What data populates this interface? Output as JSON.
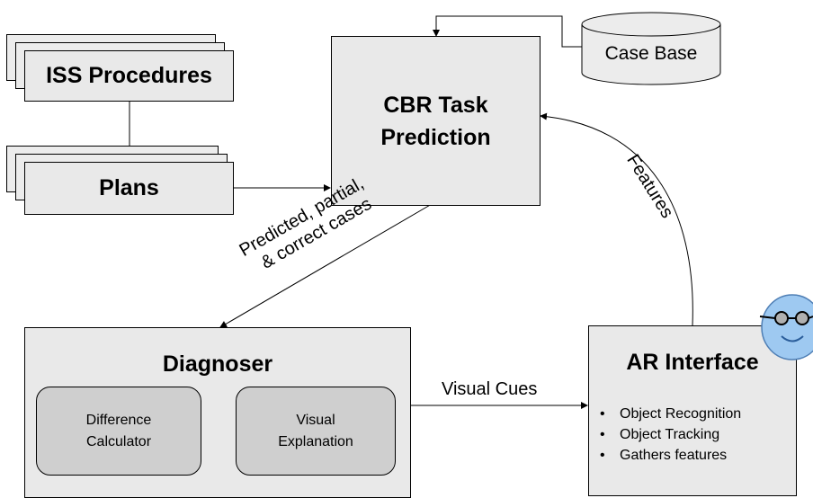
{
  "iss_procedures": {
    "label": "ISS Procedures"
  },
  "plans": {
    "label": "Plans"
  },
  "cbr": {
    "line1": "CBR Task",
    "line2": "Prediction"
  },
  "case_base": {
    "label": "Case Base"
  },
  "diagnoser": {
    "title": "Diagnoser",
    "difference_calculator": {
      "line1": "Difference",
      "line2": "Calculator"
    },
    "visual_explanation": {
      "line1": "Visual",
      "line2": "Explanation"
    }
  },
  "ar_interface": {
    "title": "AR Interface",
    "bullets": [
      "Object Recognition",
      "Object Tracking",
      "Gathers features"
    ]
  },
  "edges": {
    "predicted_line1": "Predicted, partial,",
    "predicted_line2": "& correct cases",
    "features": "Features",
    "visual_cues": "Visual Cues"
  },
  "colors": {
    "box_fill": "#e9e9e9",
    "inner_fill": "#cfcfcf",
    "avatar": "#9ec9f1"
  }
}
